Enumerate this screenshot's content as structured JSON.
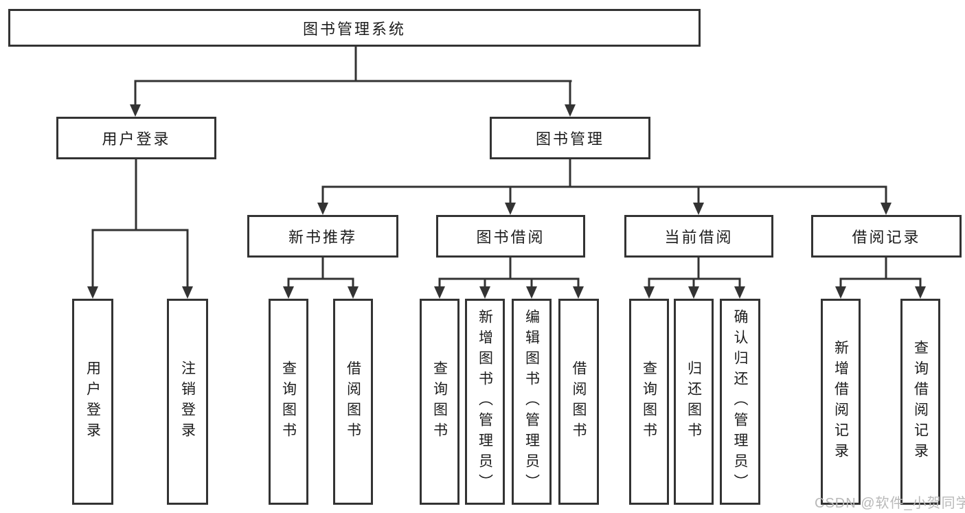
{
  "colors": {
    "line": "#333333",
    "box_border": "#333333",
    "text": "#1c1c1c",
    "watermark": "#b9b9b9",
    "background": "#ffffff"
  },
  "tree": {
    "root": {
      "label": "图书管理系统",
      "children": [
        {
          "label": "用户登录",
          "children": [
            {
              "label": "用户登录"
            },
            {
              "label": "注销登录"
            }
          ]
        },
        {
          "label": "图书管理",
          "children": [
            {
              "label": "新书推荐",
              "children": [
                {
                  "label": "查询图书"
                },
                {
                  "label": "借阅图书"
                }
              ]
            },
            {
              "label": "图书借阅",
              "children": [
                {
                  "label": "查询图书"
                },
                {
                  "label": "新增图书（管理员）"
                },
                {
                  "label": "编辑图书（管理员）"
                },
                {
                  "label": "借阅图书"
                }
              ]
            },
            {
              "label": "当前借阅",
              "children": [
                {
                  "label": "查询图书"
                },
                {
                  "label": "归还图书"
                },
                {
                  "label": "确认归还（管理员）"
                }
              ]
            },
            {
              "label": "借阅记录",
              "children": [
                {
                  "label": "新增借阅记录"
                },
                {
                  "label": "查询借阅记录"
                }
              ]
            }
          ]
        }
      ]
    }
  },
  "watermark": {
    "text": "CSDN @软件_小贺同学"
  }
}
